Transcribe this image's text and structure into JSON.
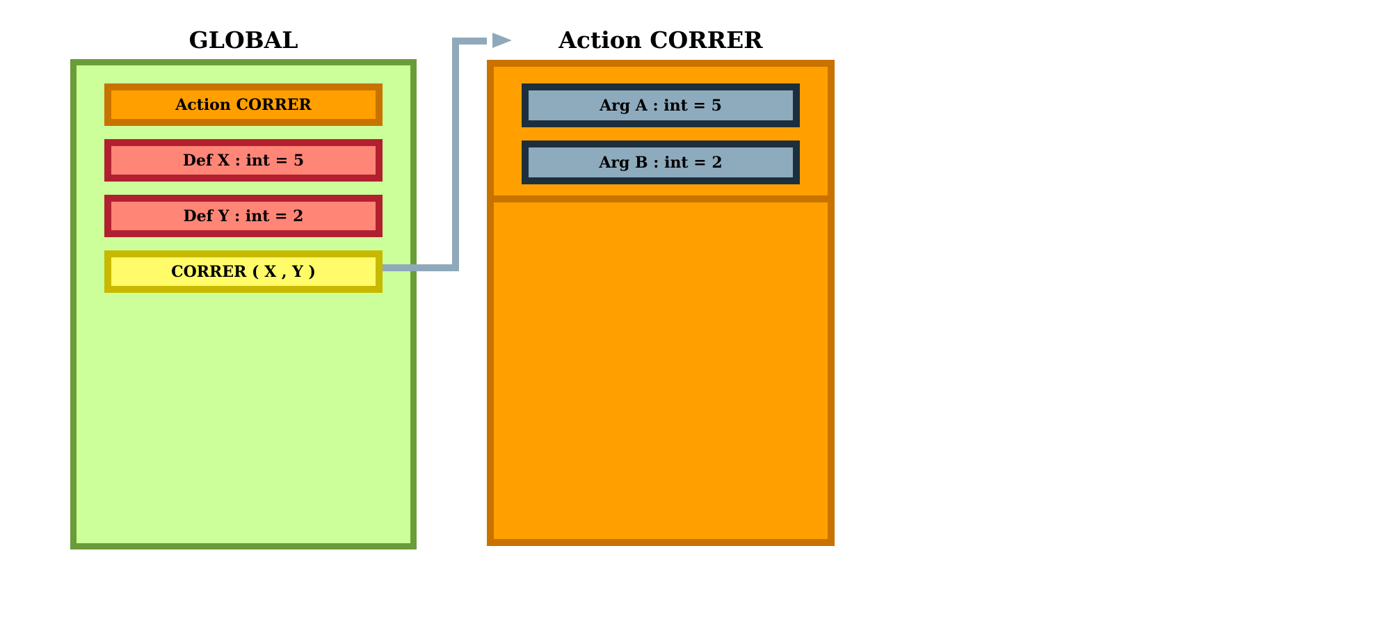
{
  "diagram": {
    "global_frame": {
      "title": "GLOBAL",
      "items": [
        {
          "id": "action-ref",
          "label": "Action CORRER"
        },
        {
          "id": "def-x",
          "label": "Def X : int = 5"
        },
        {
          "id": "def-y",
          "label": "Def Y : int = 2"
        },
        {
          "id": "call",
          "label": "CORRER ( X , Y )"
        }
      ]
    },
    "action_frame": {
      "title": "Action CORRER",
      "args": [
        {
          "id": "arg-a",
          "label": "Arg A : int = 5"
        },
        {
          "id": "arg-b",
          "label": "Arg B : int = 2"
        }
      ]
    },
    "connector": {
      "from": "CORRER ( X , Y )",
      "to": "Action CORRER",
      "direction": "right"
    },
    "colors": {
      "background": "#FFFFFF",
      "text": "#000000",
      "global_border": "#6B9C3A",
      "global_fill": "#CCFF99",
      "action_border": "#C87200",
      "action_fill": "#FFA000",
      "def_border": "#B22030",
      "def_fill": "#FF8577",
      "call_border": "#C9B800",
      "call_fill": "#FFFB69",
      "arg_border": "#1D2F3C",
      "arg_fill": "#8EABBE",
      "arrow": "#8FA9BA"
    }
  }
}
